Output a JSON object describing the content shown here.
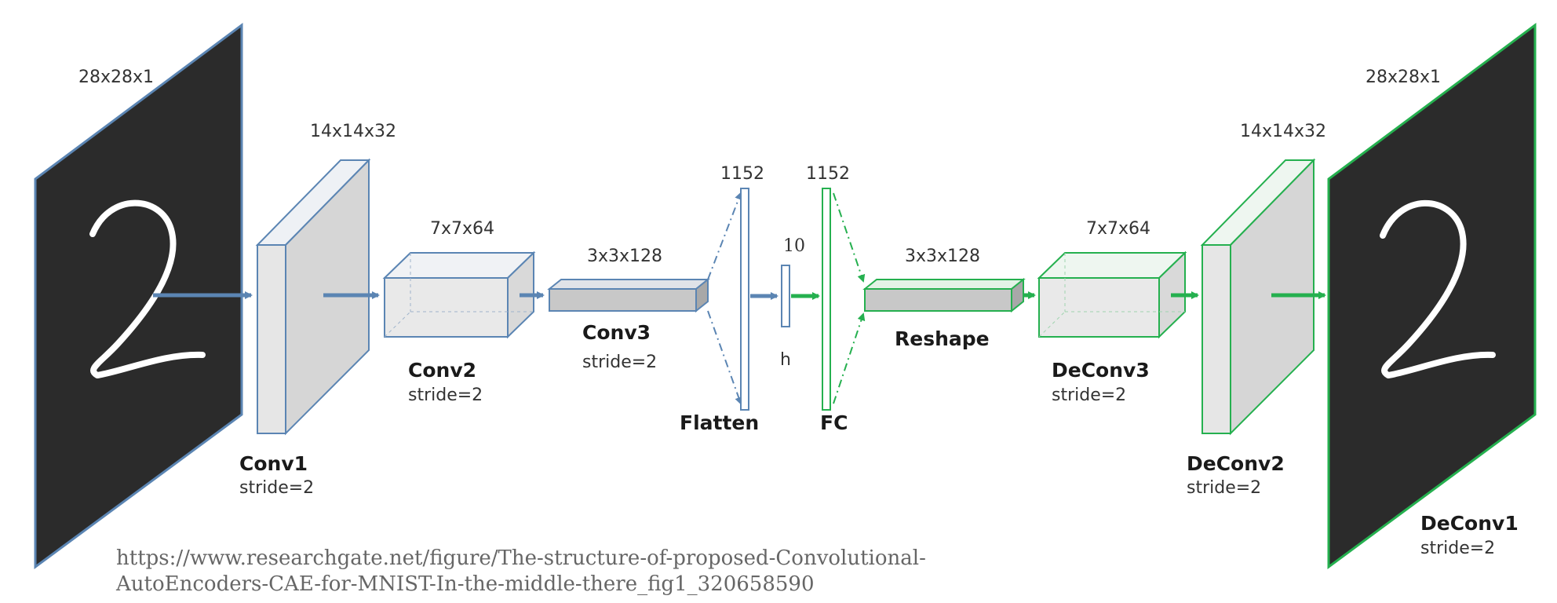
{
  "diagram": {
    "colors": {
      "encoder": "#5b85b3",
      "decoder": "#25b04f",
      "image_bg": "#2b2b2b",
      "digit": "#ffffff"
    },
    "input": {
      "dims": "28x28x1",
      "digit": "2"
    },
    "conv1": {
      "dims": "14x14x32",
      "name": "Conv1",
      "stride": "stride=2"
    },
    "conv2": {
      "dims": "7x7x64",
      "name": "Conv2",
      "stride": "stride=2"
    },
    "conv3": {
      "dims": "3x3x128",
      "name": "Conv3",
      "stride": "stride=2"
    },
    "flatten": {
      "dims": "1152",
      "name": "Flatten"
    },
    "hidden": {
      "dims": "10",
      "name": "h"
    },
    "fc": {
      "dims": "1152",
      "name": "FC"
    },
    "reshape": {
      "dims": "3x3x128",
      "name": "Reshape"
    },
    "deconv3": {
      "dims": "7x7x64",
      "name": "DeConv3",
      "stride": "stride=2"
    },
    "deconv2": {
      "dims": "14x14x32",
      "name": "DeConv2",
      "stride": "stride=2"
    },
    "deconv1": {
      "name": "DeConv1",
      "stride": "stride=2"
    },
    "output": {
      "dims": "28x28x1",
      "digit": "2"
    }
  },
  "source": {
    "line1": "https://www.researchgate.net/figure/The-structure-of-proposed-Convolutional-",
    "line2": "AutoEncoders-CAE-for-MNIST-In-the-middle-there_fig1_320658590"
  }
}
